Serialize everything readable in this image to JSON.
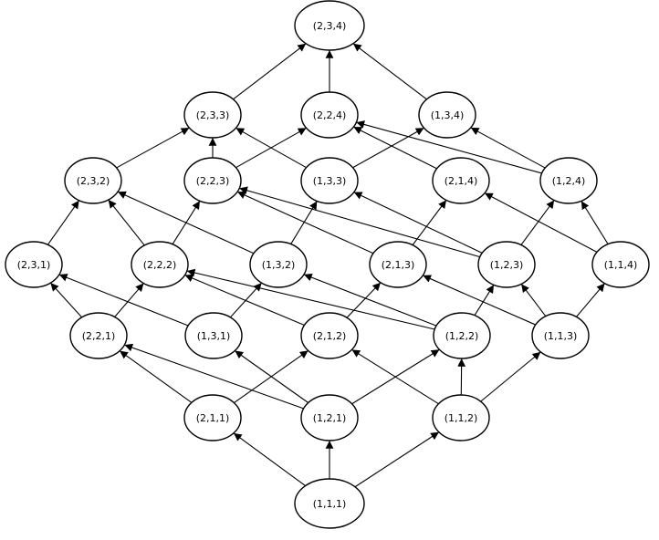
{
  "diagram": {
    "colors": {
      "background": "#ffffff",
      "stroke": "#000000",
      "text": "#000000"
    },
    "nodes": [
      {
        "id": "234",
        "label": "(2,3,4)"
      },
      {
        "id": "233",
        "label": "(2,3,3)"
      },
      {
        "id": "224",
        "label": "(2,2,4)"
      },
      {
        "id": "134",
        "label": "(1,3,4)"
      },
      {
        "id": "232",
        "label": "(2,3,2)"
      },
      {
        "id": "223",
        "label": "(2,2,3)"
      },
      {
        "id": "133",
        "label": "(1,3,3)"
      },
      {
        "id": "214",
        "label": "(2,1,4)"
      },
      {
        "id": "124",
        "label": "(1,2,4)"
      },
      {
        "id": "231",
        "label": "(2,3,1)"
      },
      {
        "id": "222",
        "label": "(2,2,2)"
      },
      {
        "id": "132",
        "label": "(1,3,2)"
      },
      {
        "id": "213",
        "label": "(2,1,3)"
      },
      {
        "id": "123",
        "label": "(1,2,3)"
      },
      {
        "id": "114",
        "label": "(1,1,4)"
      },
      {
        "id": "221",
        "label": "(2,2,1)"
      },
      {
        "id": "131",
        "label": "(1,3,1)"
      },
      {
        "id": "212",
        "label": "(2,1,2)"
      },
      {
        "id": "122",
        "label": "(1,2,2)"
      },
      {
        "id": "113",
        "label": "(1,1,3)"
      },
      {
        "id": "211",
        "label": "(2,1,1)"
      },
      {
        "id": "121",
        "label": "(1,2,1)"
      },
      {
        "id": "112",
        "label": "(1,1,2)"
      },
      {
        "id": "111",
        "label": "(1,1,1)"
      }
    ],
    "edges": [
      [
        "111",
        "211"
      ],
      [
        "111",
        "121"
      ],
      [
        "111",
        "112"
      ],
      [
        "211",
        "221"
      ],
      [
        "211",
        "212"
      ],
      [
        "121",
        "221"
      ],
      [
        "121",
        "131"
      ],
      [
        "121",
        "122"
      ],
      [
        "112",
        "212"
      ],
      [
        "112",
        "122"
      ],
      [
        "112",
        "113"
      ],
      [
        "221",
        "231"
      ],
      [
        "221",
        "222"
      ],
      [
        "131",
        "231"
      ],
      [
        "131",
        "132"
      ],
      [
        "212",
        "222"
      ],
      [
        "212",
        "213"
      ],
      [
        "122",
        "222"
      ],
      [
        "122",
        "132"
      ],
      [
        "122",
        "123"
      ],
      [
        "113",
        "213"
      ],
      [
        "113",
        "123"
      ],
      [
        "113",
        "114"
      ],
      [
        "231",
        "232"
      ],
      [
        "222",
        "232"
      ],
      [
        "222",
        "223"
      ],
      [
        "132",
        "232"
      ],
      [
        "132",
        "133"
      ],
      [
        "213",
        "223"
      ],
      [
        "213",
        "214"
      ],
      [
        "123",
        "223"
      ],
      [
        "123",
        "133"
      ],
      [
        "123",
        "124"
      ],
      [
        "114",
        "214"
      ],
      [
        "114",
        "124"
      ],
      [
        "232",
        "233"
      ],
      [
        "223",
        "233"
      ],
      [
        "223",
        "224"
      ],
      [
        "133",
        "233"
      ],
      [
        "133",
        "134"
      ],
      [
        "214",
        "224"
      ],
      [
        "124",
        "224"
      ],
      [
        "124",
        "134"
      ],
      [
        "233",
        "234"
      ],
      [
        "224",
        "234"
      ],
      [
        "134",
        "234"
      ]
    ]
  }
}
